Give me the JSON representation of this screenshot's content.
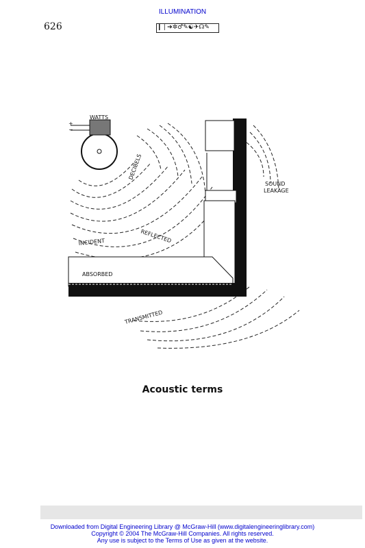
{
  "header": {
    "section_title": "ILLUMINATION",
    "page_number": "626",
    "chapter_glyphs": "❙❘➔✲♂✎☯✈☊✎"
  },
  "figure": {
    "labels": {
      "watts": "WATTS",
      "plus": "+",
      "minus": "−",
      "decibels": "DECIBELS",
      "sound_leakage_line1": "SOUND",
      "sound_leakage_line2": "LEAKAGE",
      "incident": "INCIDENT",
      "reflected": "REFLECTED",
      "absorbed": "ABSORBED",
      "transmitted": "TRANSMITTED"
    },
    "caption": "Acoustic terms"
  },
  "footer": {
    "line1": "Downloaded from Digital Engineering Library @ McGraw-Hill (www.digitalengineeringlibrary.com)",
    "line2": "Copyright © 2004 The McGraw-Hill Companies. All rights reserved.",
    "line3": "Any use is subject to the Terms of Use as given at the website."
  }
}
